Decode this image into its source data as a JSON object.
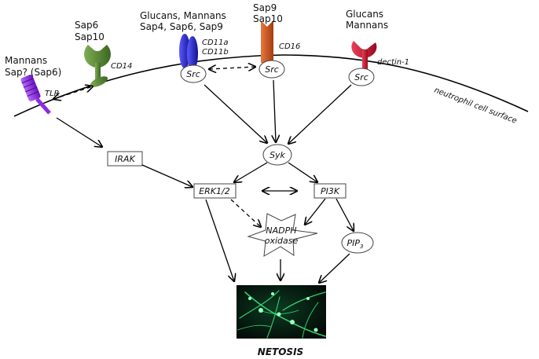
{
  "receptors": {
    "tlr": {
      "ligand": [
        "Mannans",
        "Sap? (Sap6)"
      ],
      "name": "TLR"
    },
    "cd14": {
      "ligand": [
        "Sap6",
        "Sap10"
      ],
      "name": "CD14"
    },
    "cd11": {
      "ligand": [
        "Glucans, Mannans",
        "Sap4, Sap6, Sap9"
      ],
      "name": [
        "CD11a",
        "CD11b"
      ]
    },
    "cd16": {
      "ligand": [
        "Sap9",
        "Sap10"
      ],
      "name": "CD16"
    },
    "dectin": {
      "ligand": [
        "Glucans",
        "Mannans"
      ],
      "name": "dectin-1"
    }
  },
  "membrane_label": "neutrophil cell surface",
  "nodes": {
    "src1": "Src",
    "src2": "Src",
    "src3": "Src",
    "syk": "Syk",
    "irak": "IRAK",
    "erk": "ERK1/2",
    "pi3k": "PI3K",
    "nadph": [
      "NADPH",
      "oxidase"
    ],
    "pip": "PIP",
    "pip_sub": "3"
  },
  "outcome": "NETOSIS",
  "colors": {
    "tlr": "#8B2BE2",
    "cd14": "#4f7f2a",
    "cd11": "#2020c0",
    "cd16": "#c8501a",
    "dectin": "#c0122a",
    "net_glow": "#39e07a"
  }
}
